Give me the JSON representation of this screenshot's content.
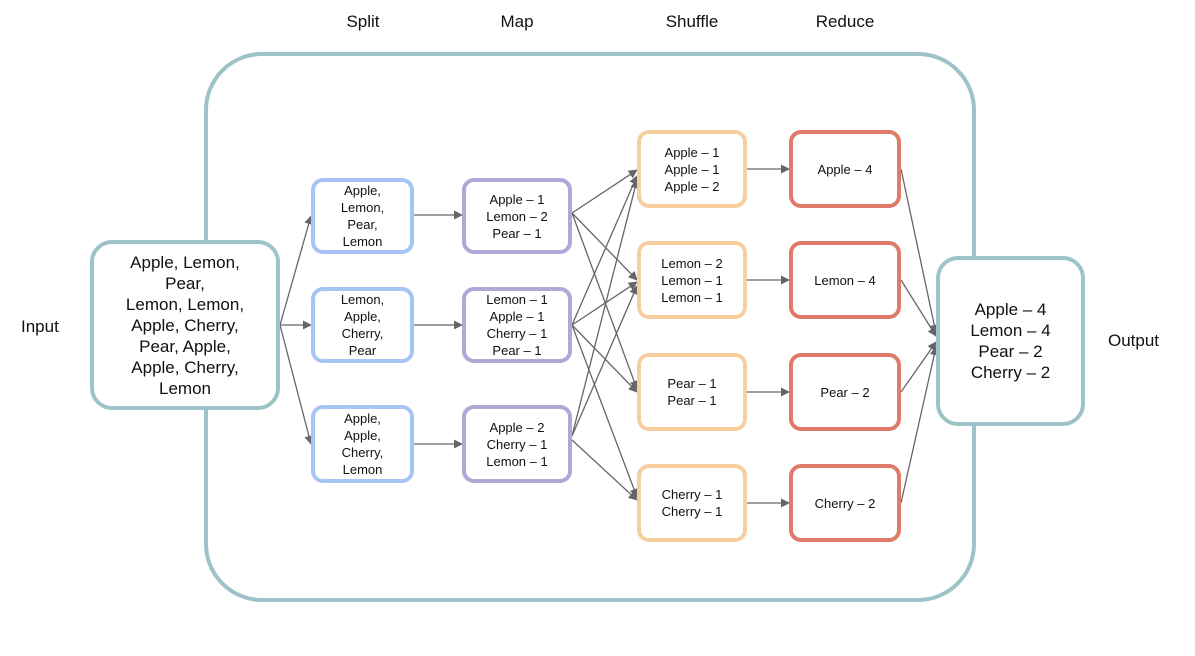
{
  "stages": {
    "split": "Split",
    "map": "Map",
    "shuffle": "Shuffle",
    "reduce": "Reduce"
  },
  "input": {
    "label": "Input",
    "lines": [
      "Apple, Lemon,",
      "Pear,",
      "Lemon, Lemon,",
      "Apple, Cherry,",
      "Pear, Apple,",
      "Apple, Cherry,",
      "Lemon"
    ]
  },
  "output": {
    "label": "Output",
    "lines": [
      "Apple – 4",
      "Lemon – 4",
      "Pear – 2",
      "Cherry – 2"
    ]
  },
  "split_boxes": [
    {
      "lines": [
        "Apple,",
        "Lemon,",
        "Pear,",
        "Lemon"
      ]
    },
    {
      "lines": [
        "Lemon,",
        "Apple,",
        "Cherry,",
        "Pear"
      ]
    },
    {
      "lines": [
        "Apple,",
        "Apple,",
        "Cherry,",
        "Lemon"
      ]
    }
  ],
  "map_boxes": [
    {
      "lines": [
        "Apple – 1",
        "Lemon – 2",
        "Pear – 1"
      ]
    },
    {
      "lines": [
        "Lemon – 1",
        "Apple – 1",
        "Cherry – 1",
        "Pear – 1"
      ]
    },
    {
      "lines": [
        "Apple – 2",
        "Cherry – 1",
        "Lemon – 1"
      ]
    }
  ],
  "shuffle_boxes": [
    {
      "lines": [
        "Apple – 1",
        "Apple – 1",
        "Apple – 2"
      ]
    },
    {
      "lines": [
        "Lemon – 2",
        "Lemon – 1",
        "Lemon – 1"
      ]
    },
    {
      "lines": [
        "Pear – 1",
        "Pear – 1"
      ]
    },
    {
      "lines": [
        "Cherry – 1",
        "Cherry – 1"
      ]
    }
  ],
  "reduce_boxes": [
    {
      "lines": [
        "Apple – 4"
      ]
    },
    {
      "lines": [
        "Lemon – 4"
      ]
    },
    {
      "lines": [
        "Pear – 2"
      ]
    },
    {
      "lines": [
        "Cherry – 2"
      ]
    }
  ],
  "colors": {
    "container_border": "#9dc3c8",
    "split_border": "#a8c4f4",
    "map_border": "#b3a6d8",
    "shuffle_border": "#f7cf9f",
    "reduce_border": "#e07b6a",
    "arrow": "#666666"
  }
}
